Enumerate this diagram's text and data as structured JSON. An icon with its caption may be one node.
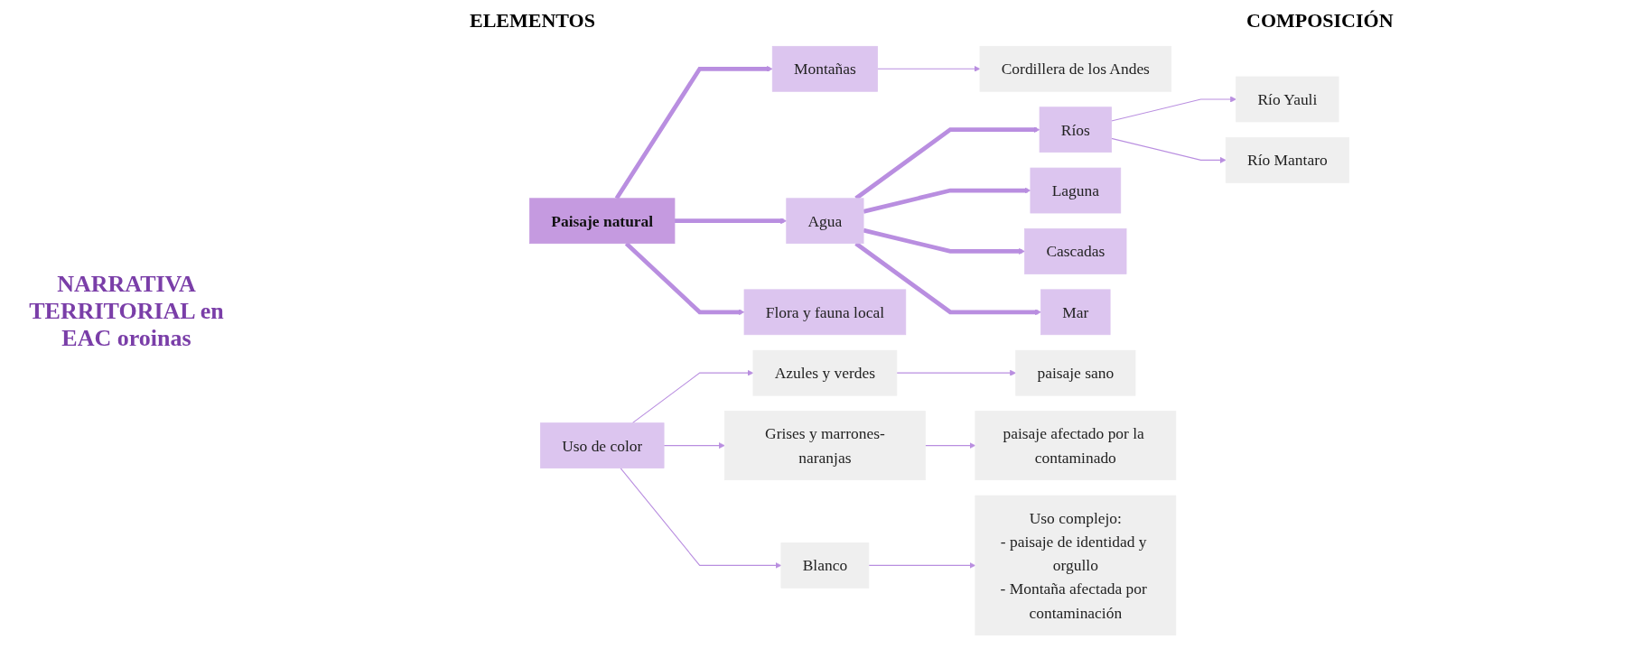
{
  "diagram": {
    "nodes": [
      {
        "text": [
          "Paisaje natural"
        ]
      },
      {
        "text": [
          "Montañas"
        ]
      },
      {
        "text": [
          "Cordillera de los Andes"
        ]
      },
      {
        "text": [
          "Agua"
        ]
      },
      {
        "text": [
          "Ríos"
        ]
      },
      {
        "text": [
          "Laguna"
        ]
      },
      {
        "text": [
          "Cascadas"
        ]
      },
      {
        "text": [
          "Mar"
        ]
      },
      {
        "text": [
          "Río Yauli"
        ]
      },
      {
        "text": [
          "Río Mantaro"
        ]
      },
      {
        "text": [
          "Flora y fauna local"
        ]
      },
      {
        "text": [
          "Uso de color"
        ]
      },
      {
        "text": [
          "Azules y verdes"
        ]
      },
      {
        "text": [
          "paisaje sano"
        ]
      },
      {
        "text": [
          "Grises y marrones-naranjas"
        ]
      },
      {
        "text": [
          "paisaje afectado por la contaminado"
        ]
      },
      {
        "text": [
          "Blanco"
        ]
      },
      {
        "text": [
          "Uso complejo:",
          "- paisaje de identidad y orgullo",
          "- Montaña afectada por contaminación"
        ]
      }
    ],
    "edges": [
      {
        "from": 0,
        "to": 1,
        "arrow": "to",
        "style": "thick"
      },
      {
        "from": 0,
        "to": 3,
        "arrow": "to",
        "style": "thick"
      },
      {
        "from": 0,
        "to": 10,
        "arrow": "to",
        "style": "thick"
      },
      {
        "from": 1,
        "to": 2,
        "arrow": "to"
      },
      {
        "from": 3,
        "to": 4,
        "arrow": "to",
        "style": "thick"
      },
      {
        "from": 3,
        "to": 5,
        "arrow": "to",
        "style": "thick"
      },
      {
        "from": 3,
        "to": 6,
        "arrow": "to",
        "style": "thick"
      },
      {
        "from": 3,
        "to": 7,
        "arrow": "to",
        "style": "thick"
      },
      {
        "from": 4,
        "to": 8,
        "arrow": "to"
      },
      {
        "from": 4,
        "to": 9,
        "arrow": "to"
      },
      {
        "from": 11,
        "to": 12,
        "arrow": "to"
      },
      {
        "from": 11,
        "to": 14,
        "arrow": "to"
      },
      {
        "from": 11,
        "to": 16,
        "arrow": "to"
      },
      {
        "from": 12,
        "to": 13,
        "arrow": "to"
      },
      {
        "from": 14,
        "to": 15,
        "arrow": "to"
      },
      {
        "from": 16,
        "to": 17,
        "arrow": "to"
      }
    ],
    "labels": [
      "ELEMENTOS",
      "COMPOSICIÓN",
      "NARRATIVA TERRITORIAL en EAC oroinas"
    ]
  }
}
